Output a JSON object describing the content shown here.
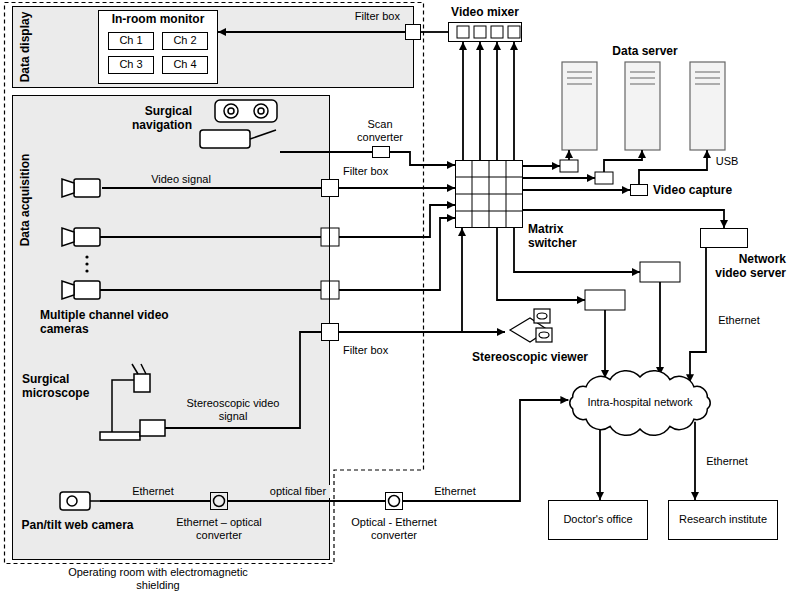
{
  "diagram": {
    "nodes": [
      {
        "text": [
          "Operating room with electromagnetic shielding"
        ]
      },
      {
        "text": [
          "Data display"
        ],
        "in": 0
      },
      {
        "text": [
          "In-room monitor"
        ],
        "in": 1
      },
      {
        "text": [
          "Ch 1"
        ],
        "in": 2
      },
      {
        "text": [
          "Ch 2"
        ],
        "in": 2
      },
      {
        "text": [
          "Ch 3"
        ],
        "in": 2
      },
      {
        "text": [
          "Ch 4"
        ],
        "in": 2
      },
      {
        "text": [
          "Filter box"
        ],
        "in": 0
      },
      {
        "text": [
          "Video mixer"
        ]
      },
      {
        "text": [
          "Data acquisition"
        ],
        "in": 0
      },
      {
        "text": [
          "Surgical navigation"
        ],
        "in": 9
      },
      {
        "text": [
          "Scan converter"
        ],
        "in": 0
      },
      {
        "text": [
          "Filter box"
        ],
        "in": 0
      },
      {
        "text": [
          "Multiple channel video cameras"
        ],
        "in": 9
      },
      {
        "text": [
          "Surgical microscope"
        ],
        "in": 9
      },
      {
        "text": [
          "Filter box"
        ],
        "in": 0
      },
      {
        "text": [
          "Pan/tilt web camera"
        ],
        "in": 9
      },
      {
        "text": [
          "Ethernet – optical converter"
        ],
        "in": 9
      },
      {
        "text": [
          "Optical - Ethernet converter"
        ]
      },
      {
        "text": [
          "Matrix switcher"
        ]
      },
      {
        "text": [
          "Data server"
        ]
      },
      {
        "text": [
          "Video capture"
        ]
      },
      {
        "text": [
          "Network video server"
        ]
      },
      {
        "text": [
          "Stereoscopic viewer"
        ]
      },
      {
        "text": [
          "Intra-hospital network"
        ]
      },
      {
        "text": [
          "Doctor's office"
        ]
      },
      {
        "text": [
          "Research institute"
        ]
      }
    ],
    "edges": [
      {
        "from": 10,
        "to": 11,
        "arrow": "none"
      },
      {
        "from": 11,
        "to": 19,
        "arrow": "to"
      },
      {
        "from": 13,
        "to": 12,
        "label": "Video signal",
        "arrow": "none"
      },
      {
        "from": 12,
        "to": 19,
        "arrow": "to"
      },
      {
        "from": 14,
        "to": 15,
        "label": "Stereoscopic video signal",
        "arrow": "none"
      },
      {
        "from": 15,
        "to": 19,
        "arrow": "to"
      },
      {
        "from": 15,
        "to": 23,
        "arrow": "to"
      },
      {
        "from": 19,
        "to": 8,
        "arrow": "to"
      },
      {
        "from": 8,
        "to": 7,
        "arrow": "none"
      },
      {
        "from": 7,
        "to": 2,
        "arrow": "to"
      },
      {
        "from": 19,
        "to": 21,
        "arrow": "to"
      },
      {
        "from": 21,
        "to": 20,
        "label": "USB",
        "arrow": "to"
      },
      {
        "from": 19,
        "to": 22,
        "arrow": "to"
      },
      {
        "from": 22,
        "to": 24,
        "label": "Ethernet",
        "arrow": "to"
      },
      {
        "from": 16,
        "to": 17,
        "label": "Ethernet",
        "arrow": "none"
      },
      {
        "from": 17,
        "to": 18,
        "label": "optical fiber",
        "arrow": "none"
      },
      {
        "from": 18,
        "to": 24,
        "label": "Ethernet",
        "arrow": "to"
      },
      {
        "from": 24,
        "to": 25,
        "arrow": "to"
      },
      {
        "from": 24,
        "to": 26,
        "label": "Ethernet",
        "arrow": "to"
      }
    ]
  }
}
